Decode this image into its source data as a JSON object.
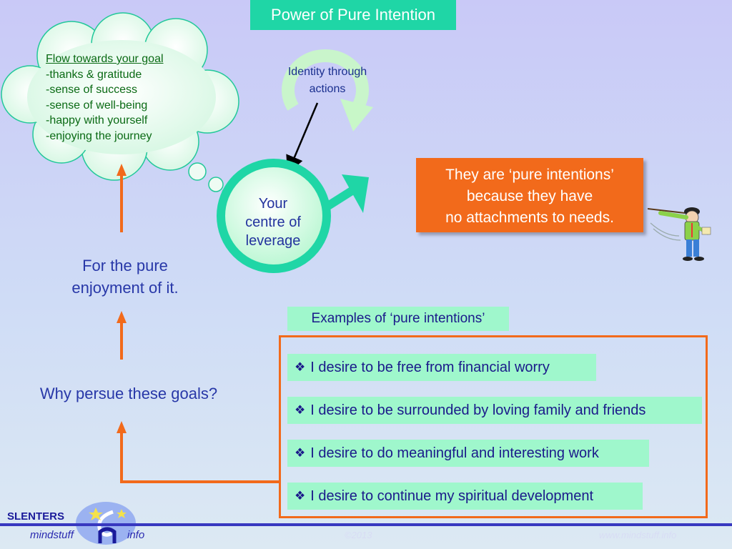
{
  "title": "Power of Pure Intention",
  "cloud": {
    "heading": "Flow towards your goal",
    "lines": [
      "-thanks & gratitude",
      "-sense of success",
      "-sense of well-being",
      "-happy with yourself",
      "-enjoying the journey"
    ]
  },
  "identity": {
    "line1": "Identity through",
    "line2": "actions"
  },
  "centre": {
    "line1": "Your",
    "line2": "centre of",
    "line3": "leverage"
  },
  "pure_note": {
    "line1": "They are ‘pure intentions’",
    "line2": "because they have",
    "line3": "no attachments to needs."
  },
  "enjoy": {
    "line1": "For the pure",
    "line2": "enjoyment of it."
  },
  "why": "Why persue these goals?",
  "examples_label": "Examples of ‘pure intentions’",
  "examples": [
    "I desire to be free from financial worry",
    "I desire to be surrounded by loving family and friends",
    "I desire to do meaningful and interesting work",
    "I desire to continue my spiritual development"
  ],
  "bullet_glyph": "❖",
  "footer": {
    "brand": "SLENTERS",
    "left_word": "mindstuff",
    "right_word": "info",
    "copyright": "©2013",
    "website": "www.mindstuff.info"
  },
  "colors": {
    "title_bg": "#1fd6a6",
    "orange": "#f26a1b",
    "mint": "#9ff7cc",
    "text_blue": "#2838a8",
    "cloud_text": "#0a6a14"
  }
}
